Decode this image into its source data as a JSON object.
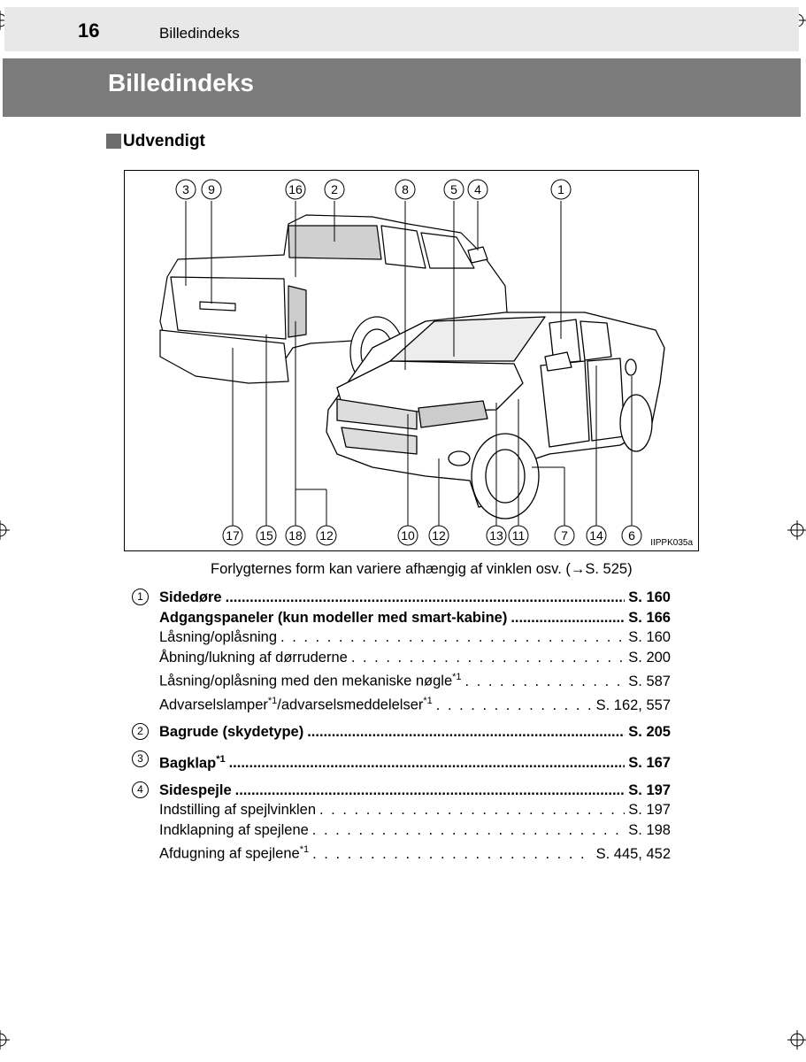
{
  "header": {
    "page_number": "16",
    "title": "Billedindeks"
  },
  "title": "Billedindeks",
  "section": {
    "title": "Udvendigt"
  },
  "figure": {
    "code": "IIPPK035a",
    "top_labels": [
      "3",
      "9",
      "16",
      "2",
      "8",
      "5",
      "4",
      "1"
    ],
    "bottom_labels": [
      "17",
      "15",
      "18",
      "12",
      "10",
      "12",
      "13",
      "11",
      "7",
      "14",
      "6"
    ]
  },
  "caption": "Forlygternes form kan variere afhængig af vinklen osv. (→S. 525)",
  "entries": [
    {
      "number": "1",
      "lines": [
        {
          "label": "Sidedøre",
          "page": "S. 160",
          "bold": true
        },
        {
          "label": "Adgangspaneler (kun modeller med smart-kabine)",
          "page": "S. 166",
          "bold": true
        },
        {
          "label": "Låsning/oplåsning",
          "page": "S. 160",
          "bold": false
        },
        {
          "label": "Åbning/lukning af dørruderne",
          "page": "S. 200",
          "bold": false
        },
        {
          "label": "Låsning/oplåsning med den mekaniske nøgle*1",
          "page": "S. 587",
          "bold": false
        },
        {
          "label": "Advarselslamper*1/advarselsmeddelelser*1",
          "page": "S. 162, 557",
          "bold": false
        }
      ]
    },
    {
      "number": "2",
      "lines": [
        {
          "label": "Bagrude (skydetype)",
          "page": "S. 205",
          "bold": true
        }
      ]
    },
    {
      "number": "3",
      "lines": [
        {
          "label": "Bagklap*1",
          "page": "S. 167",
          "bold": true
        }
      ]
    },
    {
      "number": "4",
      "lines": [
        {
          "label": "Sidespejle",
          "page": "S. 197",
          "bold": true
        },
        {
          "label": "Indstilling af spejlvinklen",
          "page": "S. 197",
          "bold": false
        },
        {
          "label": "Indklapning af spejlene",
          "page": "S. 198",
          "bold": false
        },
        {
          "label": "Afdugning af spejlene*1",
          "page": "S. 445, 452",
          "bold": false
        }
      ]
    }
  ]
}
